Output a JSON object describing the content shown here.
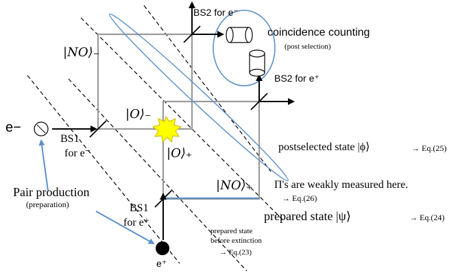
{
  "diagram": {
    "labels": {
      "bs2_electron": "BS2 for e⁻",
      "bs2_positron": "BS2 for e⁺",
      "coincidence": "coincidence counting",
      "post_selection": "(post selection)",
      "ket_no_minus": "|NO⟩₋",
      "ket_o_minus": "|O⟩₋",
      "ket_o_plus": "|O⟩₊",
      "ket_no_plus": "|NO⟩₊",
      "electron": "e−",
      "positron": "e⁺",
      "bs1_electron_line1": "BS1",
      "bs1_electron_line2": "for e⁻",
      "bs1_positron_line1": "BS1",
      "bs1_positron_line2": "for e⁺",
      "pair_production": "Pair production",
      "preparation": "(preparation)",
      "postselected_state": "postselected state |ϕ⟩",
      "postselected_eq": "→ Eq.(25)",
      "weak_measure": "Π's are weakly measured here.",
      "weak_measure_eq": "→ Eq.(26)",
      "prepared_state": "prepared state |ψ⟩",
      "prepared_eq": "→ Eq.(24)",
      "before_ext_line1": "prepared state",
      "before_ext_line2": "before extinction",
      "before_ext_eq": "→ Eq.(23)"
    },
    "colors": {
      "ink": "#000000",
      "gray_path": "#9a9a9a",
      "blue": "#5b8fc9",
      "explosion": "#ffff00",
      "explosion_stroke": "#c8b400"
    }
  }
}
